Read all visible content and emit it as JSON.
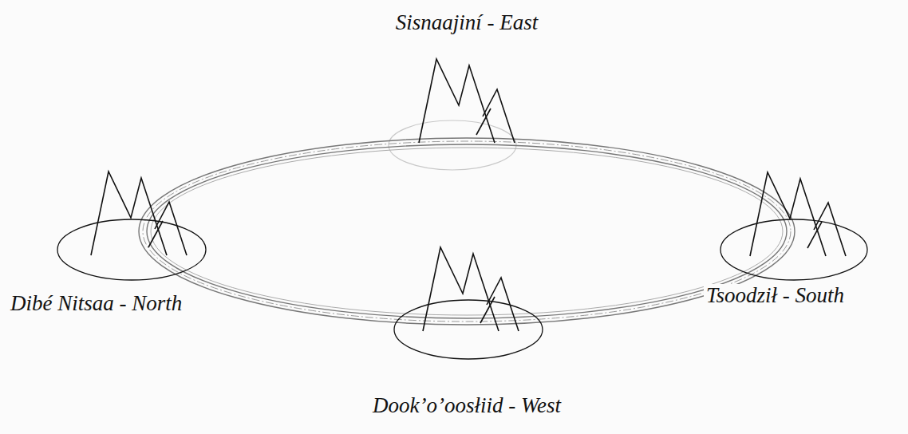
{
  "diagram": {
    "labels": [
      "Sisnaajiní - East",
      "Dibé Nitsaa - North",
      "Dook’o’oosłiid - West",
      "Tsoodził - South"
    ]
  }
}
